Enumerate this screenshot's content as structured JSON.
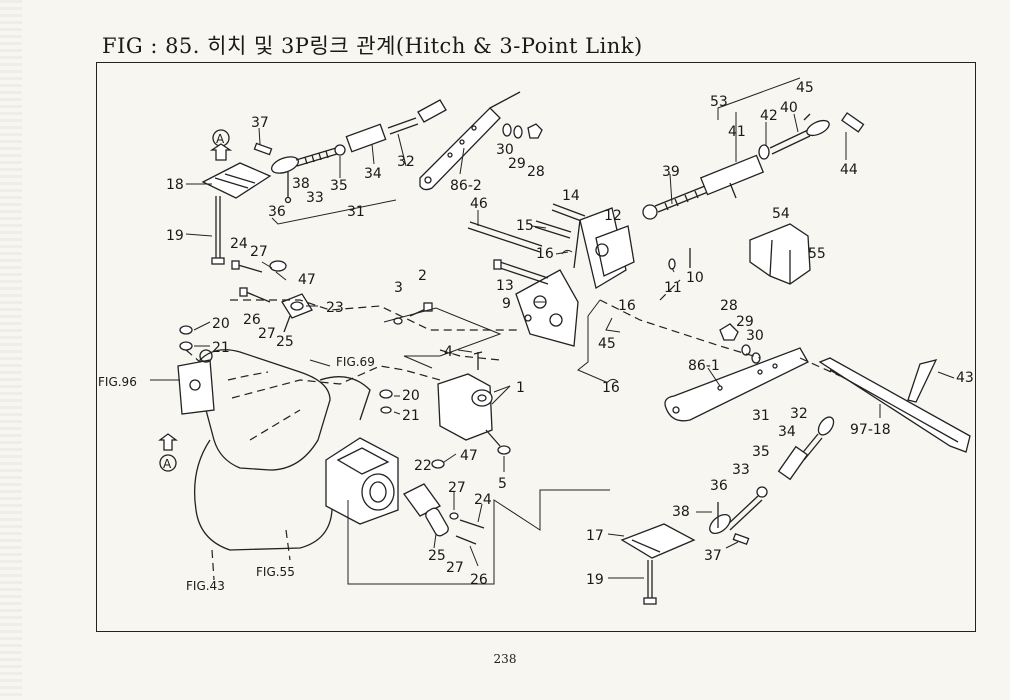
{
  "title": "FIG : 85. 히치 및 3P링크 관계(Hitch & 3-Point Link)",
  "page_number": "238",
  "figure_refs": {
    "fig96": "FIG.96",
    "fig69": "FIG.69",
    "fig43": "FIG.43",
    "fig55": "FIG.55"
  },
  "callouts": {
    "p37a": "37",
    "p18": "18",
    "p19a": "19",
    "p38a": "38",
    "p33a": "33",
    "p35a": "35",
    "p34a": "34",
    "p32a": "32",
    "p36a": "36",
    "p31a": "31",
    "p30a": "30",
    "p29a": "29",
    "p28a": "28",
    "p86_2": "86-2",
    "p53": "53",
    "p45a": "45",
    "p41": "41",
    "p42": "42",
    "p40": "40",
    "p39": "39",
    "p44": "44",
    "p14": "14",
    "p46": "46",
    "p15": "15",
    "p12": "12",
    "p16a": "16",
    "p16b": "16",
    "p24a": "24",
    "p27a": "27",
    "p47a": "47",
    "p13": "13",
    "p9": "9",
    "p54": "54",
    "p55": "55",
    "p11": "11",
    "p10": "10",
    "p3": "3",
    "p2": "2",
    "p26a": "26",
    "p23": "23",
    "p27b": "27",
    "p25a": "25",
    "p20a": "20",
    "p21a": "21",
    "p45b": "45",
    "p16c": "16",
    "p28b": "28",
    "p29b": "29",
    "p30b": "30",
    "p4": "4",
    "p1": "1",
    "p86_1": "86-1",
    "p43": "43",
    "p97_18": "97-18",
    "p20b": "20",
    "p21b": "21",
    "p31b": "31",
    "p32b": "32",
    "p35b": "35",
    "p34b": "34",
    "p33b": "33",
    "p36b": "36",
    "p22": "22",
    "p47b": "47",
    "p27c": "27",
    "p24b": "24",
    "p5": "5",
    "p38b": "38",
    "p17": "17",
    "p37b": "37",
    "p25b": "25",
    "p27d": "27",
    "p26b": "26",
    "p19b": "19",
    "pA1": "A",
    "pA2": "A"
  }
}
